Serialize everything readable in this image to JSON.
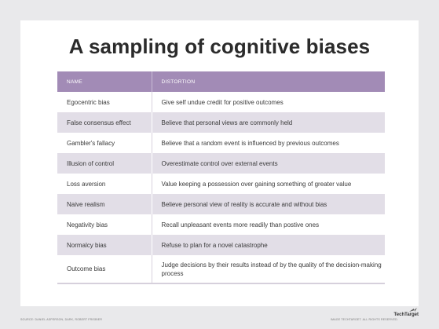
{
  "title": "A sampling of cognitive biases",
  "table": {
    "headers": [
      "NAME",
      "DISTORTION"
    ],
    "rows": [
      [
        "Egocentric bias",
        "Give self undue credit for positive outcomes"
      ],
      [
        "False consensus effect",
        "Believe that personal views are commonly held"
      ],
      [
        "Gambler's fallacy",
        "Believe that a random event is influenced by previous outcomes"
      ],
      [
        "Illusion of control",
        "Overestimate control over external events"
      ],
      [
        "Loss aversion",
        "Value keeping a possession over gaining something of greater value"
      ],
      [
        "Naive realism",
        "Believe personal view of reality is accurate and without bias"
      ],
      [
        "Negativity bias",
        "Recall unpleasant events more readily than postive ones"
      ],
      [
        "Normalcy bias",
        "Refuse to plan for a novel catastrophe"
      ],
      [
        "Outcome bias",
        "Judge decisions by their results instead of by the quality of the decision-making process"
      ]
    ]
  },
  "footer": {
    "source": "SOURCE: DANIEL ASPERSON, DARK, ROBERT FRISBIER",
    "copyright": "IMAGE TECHTARGET. ALL RIGHTS RESERVED.",
    "logo": "TechTarget"
  }
}
